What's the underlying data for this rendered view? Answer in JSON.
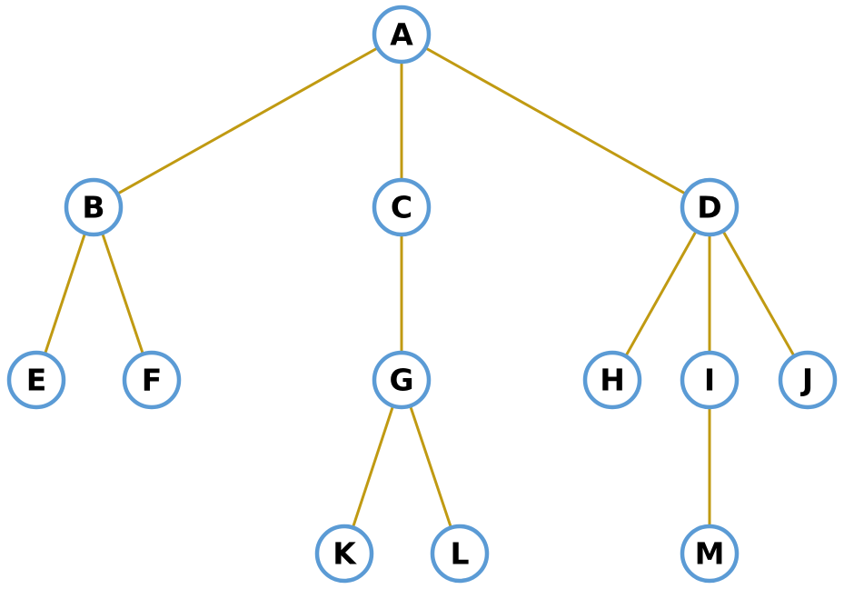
{
  "tree": {
    "colors": {
      "edge": "#c09a12",
      "node_stroke": "#5b9bd5",
      "node_fill": "#ffffff",
      "label": "#000000"
    },
    "nodes": [
      {
        "id": "A",
        "label": "A",
        "level": 0
      },
      {
        "id": "B",
        "label": "B",
        "level": 1
      },
      {
        "id": "C",
        "label": "C",
        "level": 1
      },
      {
        "id": "D",
        "label": "D",
        "level": 1
      },
      {
        "id": "E",
        "label": "E",
        "level": 2
      },
      {
        "id": "F",
        "label": "F",
        "level": 2
      },
      {
        "id": "G",
        "label": "G",
        "level": 2
      },
      {
        "id": "H",
        "label": "H",
        "level": 2
      },
      {
        "id": "I",
        "label": "I",
        "level": 2
      },
      {
        "id": "J",
        "label": "J",
        "level": 2
      },
      {
        "id": "K",
        "label": "K",
        "level": 3
      },
      {
        "id": "L",
        "label": "L",
        "level": 3
      },
      {
        "id": "M",
        "label": "M",
        "level": 3
      }
    ],
    "edges": [
      [
        "A",
        "B"
      ],
      [
        "A",
        "C"
      ],
      [
        "A",
        "D"
      ],
      [
        "B",
        "E"
      ],
      [
        "B",
        "F"
      ],
      [
        "C",
        "G"
      ],
      [
        "D",
        "H"
      ],
      [
        "D",
        "I"
      ],
      [
        "D",
        "J"
      ],
      [
        "G",
        "K"
      ],
      [
        "G",
        "L"
      ],
      [
        "I",
        "M"
      ]
    ]
  }
}
